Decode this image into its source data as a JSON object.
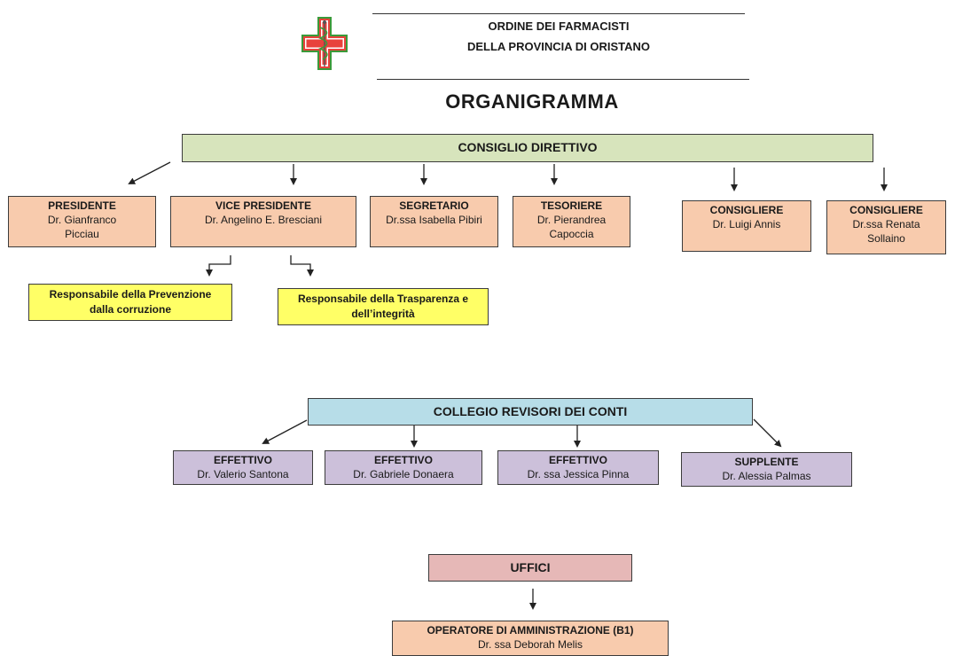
{
  "header": {
    "line1": "ORDINE DEI FARMACISTI",
    "line2": "DELLA PROVINCIA DI ORISTANO",
    "title": "ORGANIGRAMMA"
  },
  "colors": {
    "green": "#d7e4bc",
    "orange": "#f8cbad",
    "yellow": "#ffff66",
    "blue": "#b7dde8",
    "purple": "#ccc0da",
    "pink": "#e6b8b7",
    "logo_red": "#e8423c",
    "logo_green": "#3a9a3a"
  },
  "logo_icon": "pharmacy-cross-caduceus-icon",
  "consiglio": {
    "title": "CONSIGLIO DIRETTIVO",
    "members": [
      {
        "role": "PRESIDENTE",
        "name1": "Dr. Gianfranco",
        "name2": "Picciau"
      },
      {
        "role": "VICE PRESIDENTE",
        "name1": "Dr. Angelino E. Bresciani",
        "name2": ""
      },
      {
        "role": "SEGRETARIO",
        "name1": "Dr.ssa Isabella Pibiri",
        "name2": ""
      },
      {
        "role": "TESORIERE",
        "name1": "Dr. Pierandrea",
        "name2": "Capoccia"
      },
      {
        "role": "CONSIGLIERE",
        "name1": "Dr. Luigi Annis",
        "name2": ""
      },
      {
        "role": "CONSIGLIERE",
        "name1": "Dr.ssa Renata",
        "name2": "Sollaino"
      }
    ],
    "responsabili": [
      {
        "line1": "Responsabile della Prevenzione",
        "line2": "dalla corruzione"
      },
      {
        "line1": "Responsabile della Trasparenza e",
        "line2": "dell’integrità"
      }
    ]
  },
  "collegio": {
    "title": "COLLEGIO REVISORI DEI CONTI",
    "members": [
      {
        "role": "EFFETTIVO",
        "name": "Dr. Valerio Santona"
      },
      {
        "role": "EFFETTIVO",
        "name": "Dr. Gabriele Donaera"
      },
      {
        "role": "EFFETTIVO",
        "name": "Dr. ssa Jessica Pinna"
      },
      {
        "role": "SUPPLENTE",
        "name": "Dr. Alessia Palmas"
      }
    ]
  },
  "uffici": {
    "title": "UFFICI",
    "operatore": {
      "role": "OPERATORE DI AMMINISTRAZIONE (B1)",
      "name": "Dr. ssa Deborah Melis"
    }
  }
}
